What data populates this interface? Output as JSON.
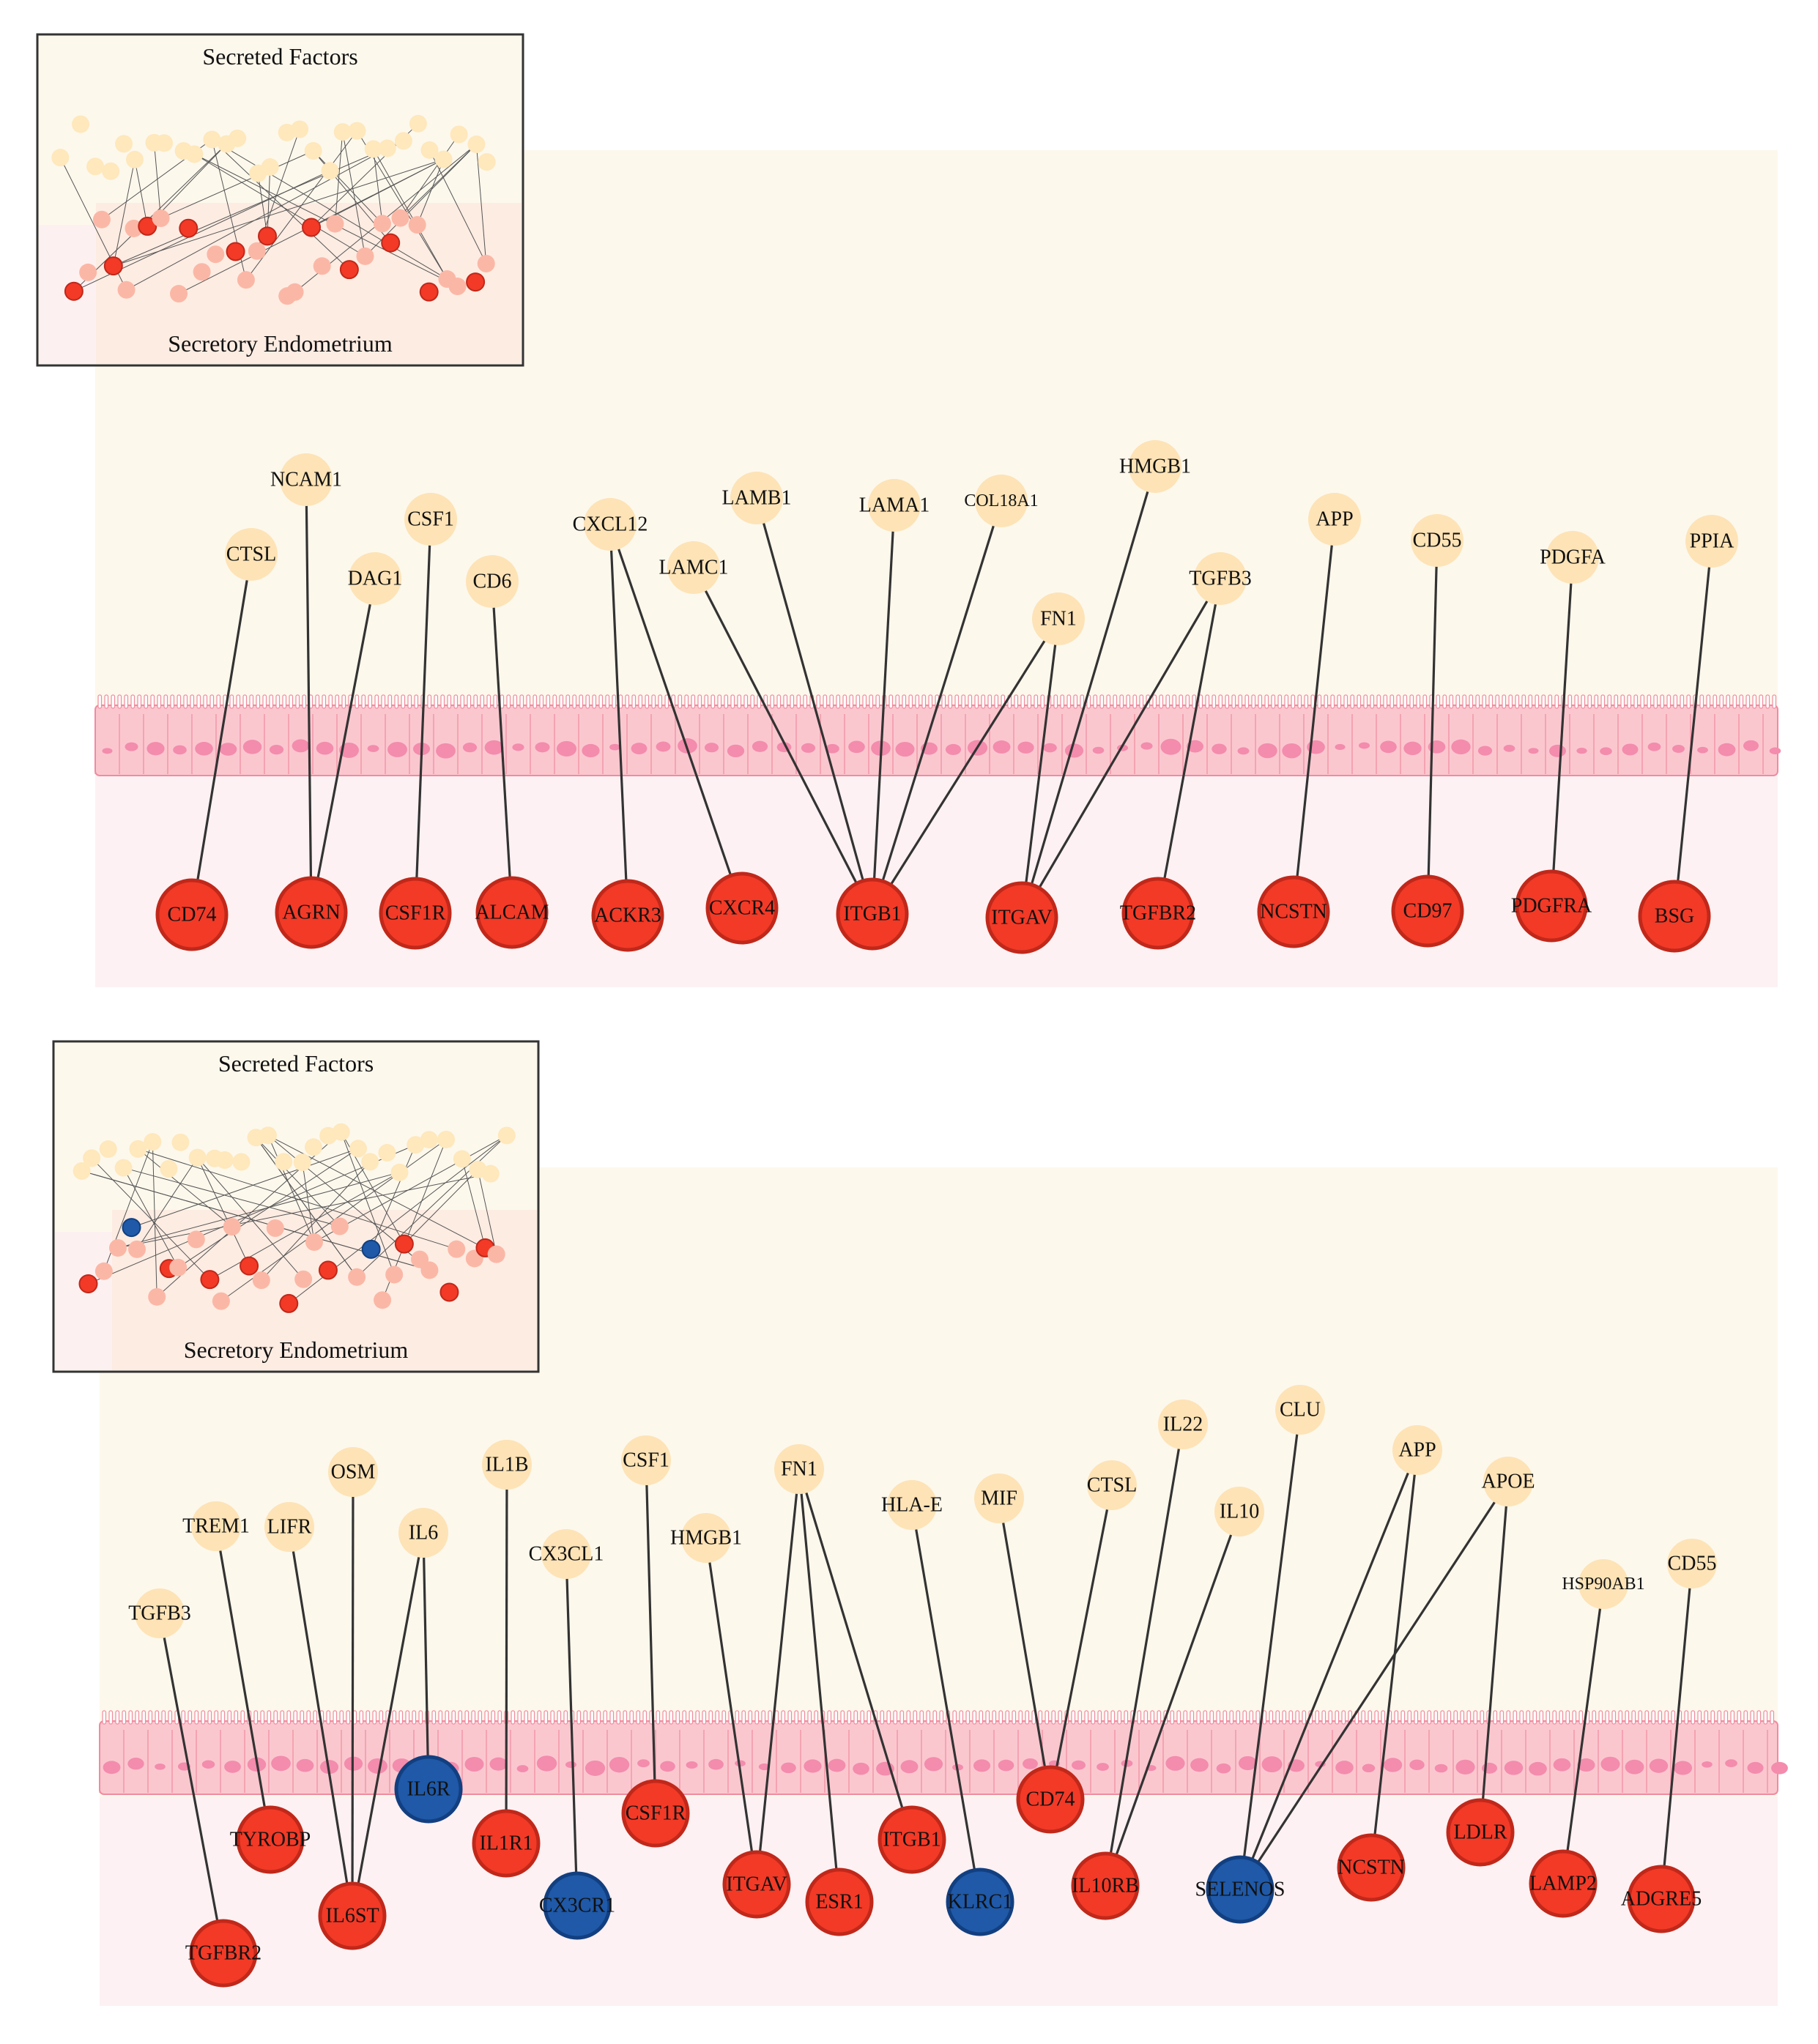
{
  "colors": {
    "background": "#ffffff",
    "extracellular": "#fdf8ec",
    "tissue": "#fdf1f3",
    "ligand": "#fde3b6",
    "ligand_small": "#fee8bc",
    "receptor_red": "#f23a27",
    "receptor_red_edge": "#c0281a",
    "receptor_blue": "#1f59a8",
    "receptor_blue_edge": "#123f80",
    "receptor_faded": "#fbb7a6",
    "membrane": "#fbc7cf",
    "membrane_edge": "#f08ba0",
    "nucleus": "#f38cad",
    "edge": "#333333"
  },
  "panels": [
    {
      "id": "top",
      "inset": {
        "title": "Secreted Factors",
        "subtitle": "Secretory Endometrium"
      },
      "ligands": [
        {
          "id": "CTSL",
          "label": "CTSL"
        },
        {
          "id": "NCAM1",
          "label": "NCAM1"
        },
        {
          "id": "DAG1",
          "label": "DAG1"
        },
        {
          "id": "CSF1",
          "label": "CSF1"
        },
        {
          "id": "CD6",
          "label": "CD6"
        },
        {
          "id": "CXCL12",
          "label": "CXCL12"
        },
        {
          "id": "LAMC1",
          "label": "LAMC1"
        },
        {
          "id": "LAMB1",
          "label": "LAMB1"
        },
        {
          "id": "LAMA1",
          "label": "LAMA1"
        },
        {
          "id": "COL18A1",
          "label": "COL18A1"
        },
        {
          "id": "FN1",
          "label": "FN1"
        },
        {
          "id": "HMGB1",
          "label": "HMGB1"
        },
        {
          "id": "TGFB3",
          "label": "TGFB3"
        },
        {
          "id": "APP",
          "label": "APP"
        },
        {
          "id": "CD55",
          "label": "CD55"
        },
        {
          "id": "PDGFA",
          "label": "PDGFA"
        },
        {
          "id": "PPIA",
          "label": "PPIA"
        }
      ],
      "receptors": [
        {
          "id": "CD74",
          "label": "CD74",
          "color": "red"
        },
        {
          "id": "AGRN",
          "label": "AGRN",
          "color": "red"
        },
        {
          "id": "CSF1R",
          "label": "CSF1R",
          "color": "red"
        },
        {
          "id": "ALCAM",
          "label": "ALCAM",
          "color": "red"
        },
        {
          "id": "ACKR3",
          "label": "ACKR3",
          "color": "red"
        },
        {
          "id": "CXCR4",
          "label": "CXCR4",
          "color": "red"
        },
        {
          "id": "ITGB1",
          "label": "ITGB1",
          "color": "red"
        },
        {
          "id": "ITGAV",
          "label": "ITGAV",
          "color": "red"
        },
        {
          "id": "TGFBR2",
          "label": "TGFBR2",
          "color": "red"
        },
        {
          "id": "NCSTN",
          "label": "NCSTN",
          "color": "red"
        },
        {
          "id": "CD97",
          "label": "CD97",
          "color": "red"
        },
        {
          "id": "PDGFRA",
          "label": "PDGFRA",
          "color": "red"
        },
        {
          "id": "BSG",
          "label": "BSG",
          "color": "red"
        }
      ],
      "edges": [
        [
          "CTSL",
          "CD74"
        ],
        [
          "NCAM1",
          "AGRN"
        ],
        [
          "DAG1",
          "AGRN"
        ],
        [
          "CSF1",
          "CSF1R"
        ],
        [
          "CD6",
          "ALCAM"
        ],
        [
          "CXCL12",
          "ACKR3"
        ],
        [
          "CXCL12",
          "CXCR4"
        ],
        [
          "LAMC1",
          "ITGB1"
        ],
        [
          "LAMB1",
          "ITGB1"
        ],
        [
          "LAMA1",
          "ITGB1"
        ],
        [
          "COL18A1",
          "ITGB1"
        ],
        [
          "FN1",
          "ITGB1"
        ],
        [
          "FN1",
          "ITGAV"
        ],
        [
          "HMGB1",
          "ITGAV"
        ],
        [
          "TGFB3",
          "ITGAV"
        ],
        [
          "TGFB3",
          "TGFBR2"
        ],
        [
          "APP",
          "NCSTN"
        ],
        [
          "CD55",
          "CD97"
        ],
        [
          "PDGFA",
          "PDGFRA"
        ],
        [
          "PPIA",
          "BSG"
        ]
      ]
    },
    {
      "id": "bottom",
      "inset": {
        "title": "Secreted Factors",
        "subtitle": "Secretory Endometrium"
      },
      "ligands": [
        {
          "id": "TGFB3",
          "label": "TGFB3"
        },
        {
          "id": "TREM1",
          "label": "TREM1"
        },
        {
          "id": "LIFR",
          "label": "LIFR"
        },
        {
          "id": "OSM",
          "label": "OSM"
        },
        {
          "id": "IL6",
          "label": "IL6"
        },
        {
          "id": "IL1B",
          "label": "IL1B"
        },
        {
          "id": "CX3CL1",
          "label": "CX3CL1"
        },
        {
          "id": "CSF1",
          "label": "CSF1"
        },
        {
          "id": "HMGB1",
          "label": "HMGB1"
        },
        {
          "id": "FN1",
          "label": "FN1"
        },
        {
          "id": "HLA-E",
          "label": "HLA-E"
        },
        {
          "id": "MIF",
          "label": "MIF"
        },
        {
          "id": "CTSL",
          "label": "CTSL"
        },
        {
          "id": "IL22",
          "label": "IL22"
        },
        {
          "id": "IL10",
          "label": "IL10"
        },
        {
          "id": "CLU",
          "label": "CLU"
        },
        {
          "id": "APP",
          "label": "APP"
        },
        {
          "id": "APOE",
          "label": "APOE"
        },
        {
          "id": "HSP90AB1",
          "label": "HSP90AB1"
        },
        {
          "id": "CD55",
          "label": "CD55"
        }
      ],
      "receptors": [
        {
          "id": "TGFBR2",
          "label": "TGFBR2",
          "color": "red"
        },
        {
          "id": "TYROBP",
          "label": "TYROBP",
          "color": "red"
        },
        {
          "id": "IL6ST",
          "label": "IL6ST",
          "color": "red"
        },
        {
          "id": "IL6R",
          "label": "IL6R",
          "color": "blue"
        },
        {
          "id": "IL1R1",
          "label": "IL1R1",
          "color": "red"
        },
        {
          "id": "CX3CR1",
          "label": "CX3CR1",
          "color": "blue"
        },
        {
          "id": "CSF1R",
          "label": "CSF1R",
          "color": "red"
        },
        {
          "id": "ITGAV",
          "label": "ITGAV",
          "color": "red"
        },
        {
          "id": "ESR1",
          "label": "ESR1",
          "color": "red"
        },
        {
          "id": "ITGB1",
          "label": "ITGB1",
          "color": "red"
        },
        {
          "id": "KLRC1",
          "label": "KLRC1",
          "color": "blue"
        },
        {
          "id": "CD74",
          "label": "CD74",
          "color": "red"
        },
        {
          "id": "IL10RB",
          "label": "IL10RB",
          "color": "red"
        },
        {
          "id": "SELENOS",
          "label": "SELENOS",
          "color": "blue"
        },
        {
          "id": "NCSTN",
          "label": "NCSTN",
          "color": "red"
        },
        {
          "id": "LDLR",
          "label": "LDLR",
          "color": "red"
        },
        {
          "id": "LAMP2",
          "label": "LAMP2",
          "color": "red"
        },
        {
          "id": "ADGRE5",
          "label": "ADGRE5",
          "color": "red"
        }
      ],
      "edges": [
        [
          "TGFB3",
          "TGFBR2"
        ],
        [
          "TREM1",
          "TYROBP"
        ],
        [
          "LIFR",
          "IL6ST"
        ],
        [
          "OSM",
          "IL6ST"
        ],
        [
          "IL6",
          "IL6ST"
        ],
        [
          "IL6",
          "IL6R"
        ],
        [
          "IL1B",
          "IL1R1"
        ],
        [
          "CX3CL1",
          "CX3CR1"
        ],
        [
          "CSF1",
          "CSF1R"
        ],
        [
          "HMGB1",
          "ITGAV"
        ],
        [
          "FN1",
          "ITGAV"
        ],
        [
          "FN1",
          "ESR1"
        ],
        [
          "FN1",
          "ITGB1"
        ],
        [
          "HLA-E",
          "KLRC1"
        ],
        [
          "MIF",
          "CD74"
        ],
        [
          "CTSL",
          "CD74"
        ],
        [
          "IL22",
          "IL10RB"
        ],
        [
          "IL10",
          "IL10RB"
        ],
        [
          "CLU",
          "SELENOS"
        ],
        [
          "APP",
          "SELENOS"
        ],
        [
          "APP",
          "NCSTN"
        ],
        [
          "APOE",
          "SELENOS"
        ],
        [
          "APOE",
          "LDLR"
        ],
        [
          "HSP90AB1",
          "LAMP2"
        ],
        [
          "CD55",
          "ADGRE5"
        ]
      ]
    }
  ]
}
